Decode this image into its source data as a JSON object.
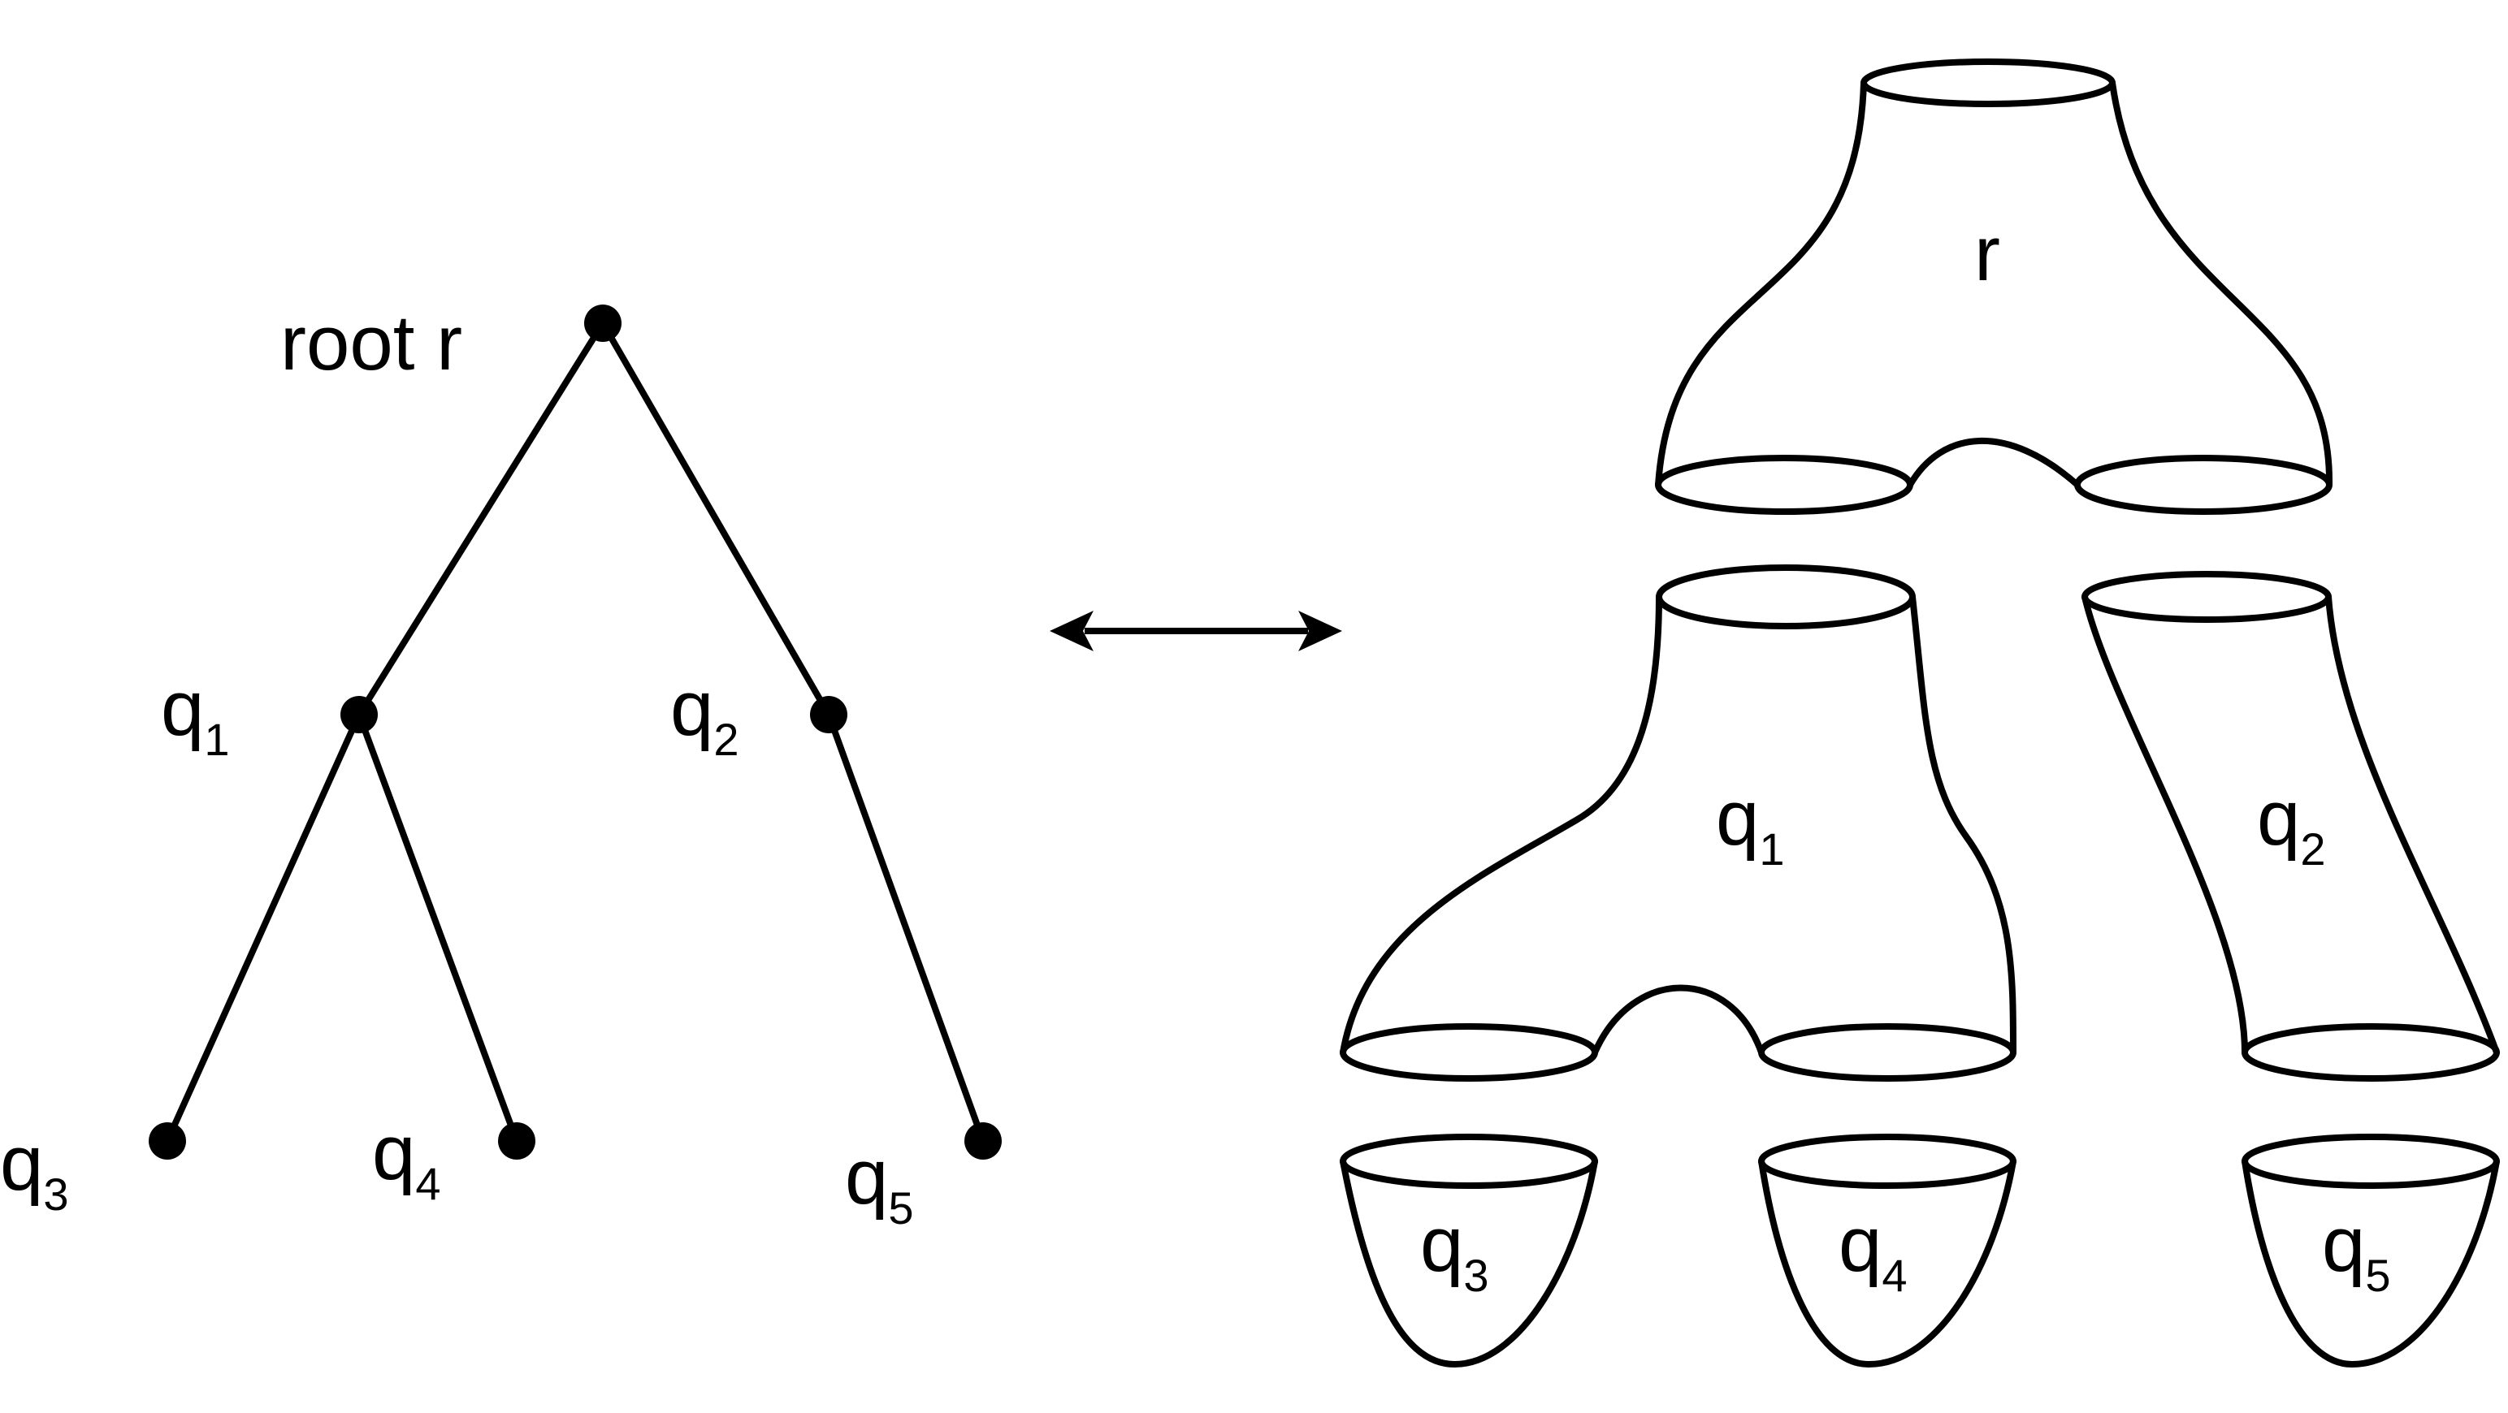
{
  "tree": {
    "root_label": "root r",
    "q1": {
      "base": "q",
      "sub": "1"
    },
    "q2": {
      "base": "q",
      "sub": "2"
    },
    "q3": {
      "base": "q",
      "sub": "3"
    },
    "q4": {
      "base": "q",
      "sub": "4"
    },
    "q5": {
      "base": "q",
      "sub": "5"
    }
  },
  "surface": {
    "r_label": "r",
    "q1": {
      "base": "q",
      "sub": "1"
    },
    "q2": {
      "base": "q",
      "sub": "2"
    },
    "q3": {
      "base": "q",
      "sub": "3"
    },
    "q4": {
      "base": "q",
      "sub": "4"
    },
    "q5": {
      "base": "q",
      "sub": "5"
    }
  }
}
